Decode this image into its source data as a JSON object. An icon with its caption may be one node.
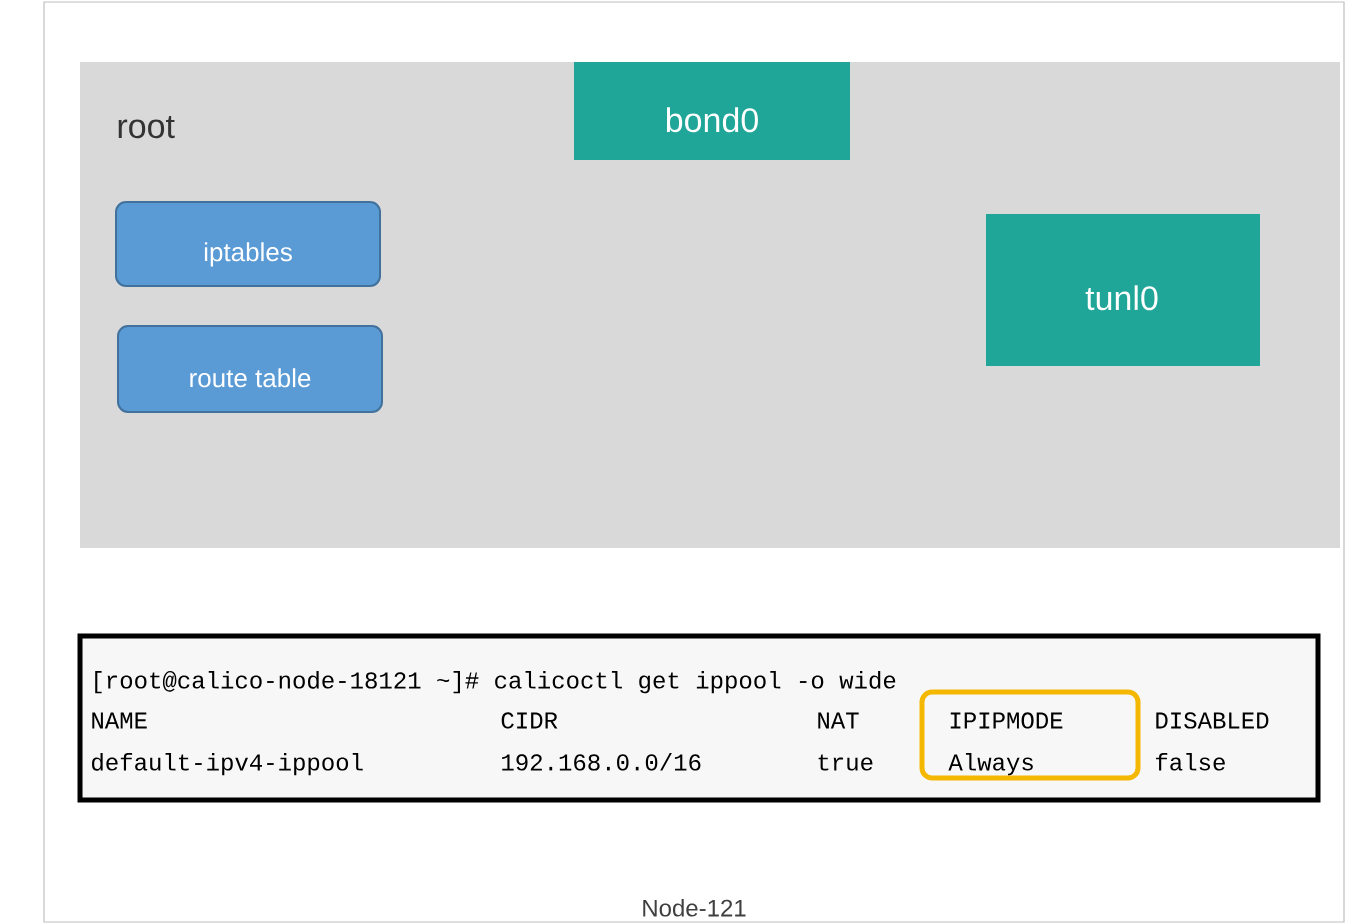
{
  "diagram": {
    "nodes": [
      {
        "text": [
          "Node-121"
        ]
      },
      {
        "text": [
          "root"
        ],
        "in": 0
      },
      {
        "text": [
          "bond0"
        ],
        "in": 1
      },
      {
        "text": [
          "iptables"
        ],
        "in": 1
      },
      {
        "text": [
          "route table"
        ],
        "in": 1
      },
      {
        "text": [
          "tunl0"
        ],
        "in": 1
      },
      {
        "text": [
          "[root@calico-node-18121 ~]# calicoctl get ippool -o wide",
          "NAME",
          "CIDR",
          "NAT",
          "DISABLED",
          "default-ipv4-ippool",
          "192.168.0.0/16",
          "true",
          "false"
        ],
        "in": 0
      },
      {
        "text": [
          "IPIPMODE",
          "Always"
        ],
        "in": 6
      }
    ]
  }
}
